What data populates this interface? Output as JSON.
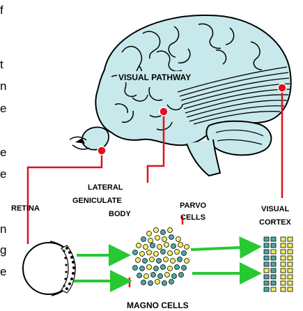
{
  "labels": {
    "visual_pathway": "VISUAL PATHWAY",
    "lateral_geniculate": [
      "LATERAL",
      "GENICULATE",
      "BODY"
    ],
    "retina": "RETINA",
    "parvo": [
      "PARVO",
      "CELLS"
    ],
    "visual_cortex": [
      "VISUAL",
      "CORTEX"
    ],
    "magno": "MAGNO CELLS"
  },
  "edge_text": [
    "f",
    "t",
    "n",
    "e",
    "e",
    "e",
    "n",
    "g",
    "e"
  ],
  "colors": {
    "brain_fill": "#c8e9ec",
    "outline": "#000000",
    "pointer": "#e0101e",
    "arrow": "#27c832",
    "cell_yellow": "#f1ee62",
    "cell_teal": "#4aa9a6"
  }
}
